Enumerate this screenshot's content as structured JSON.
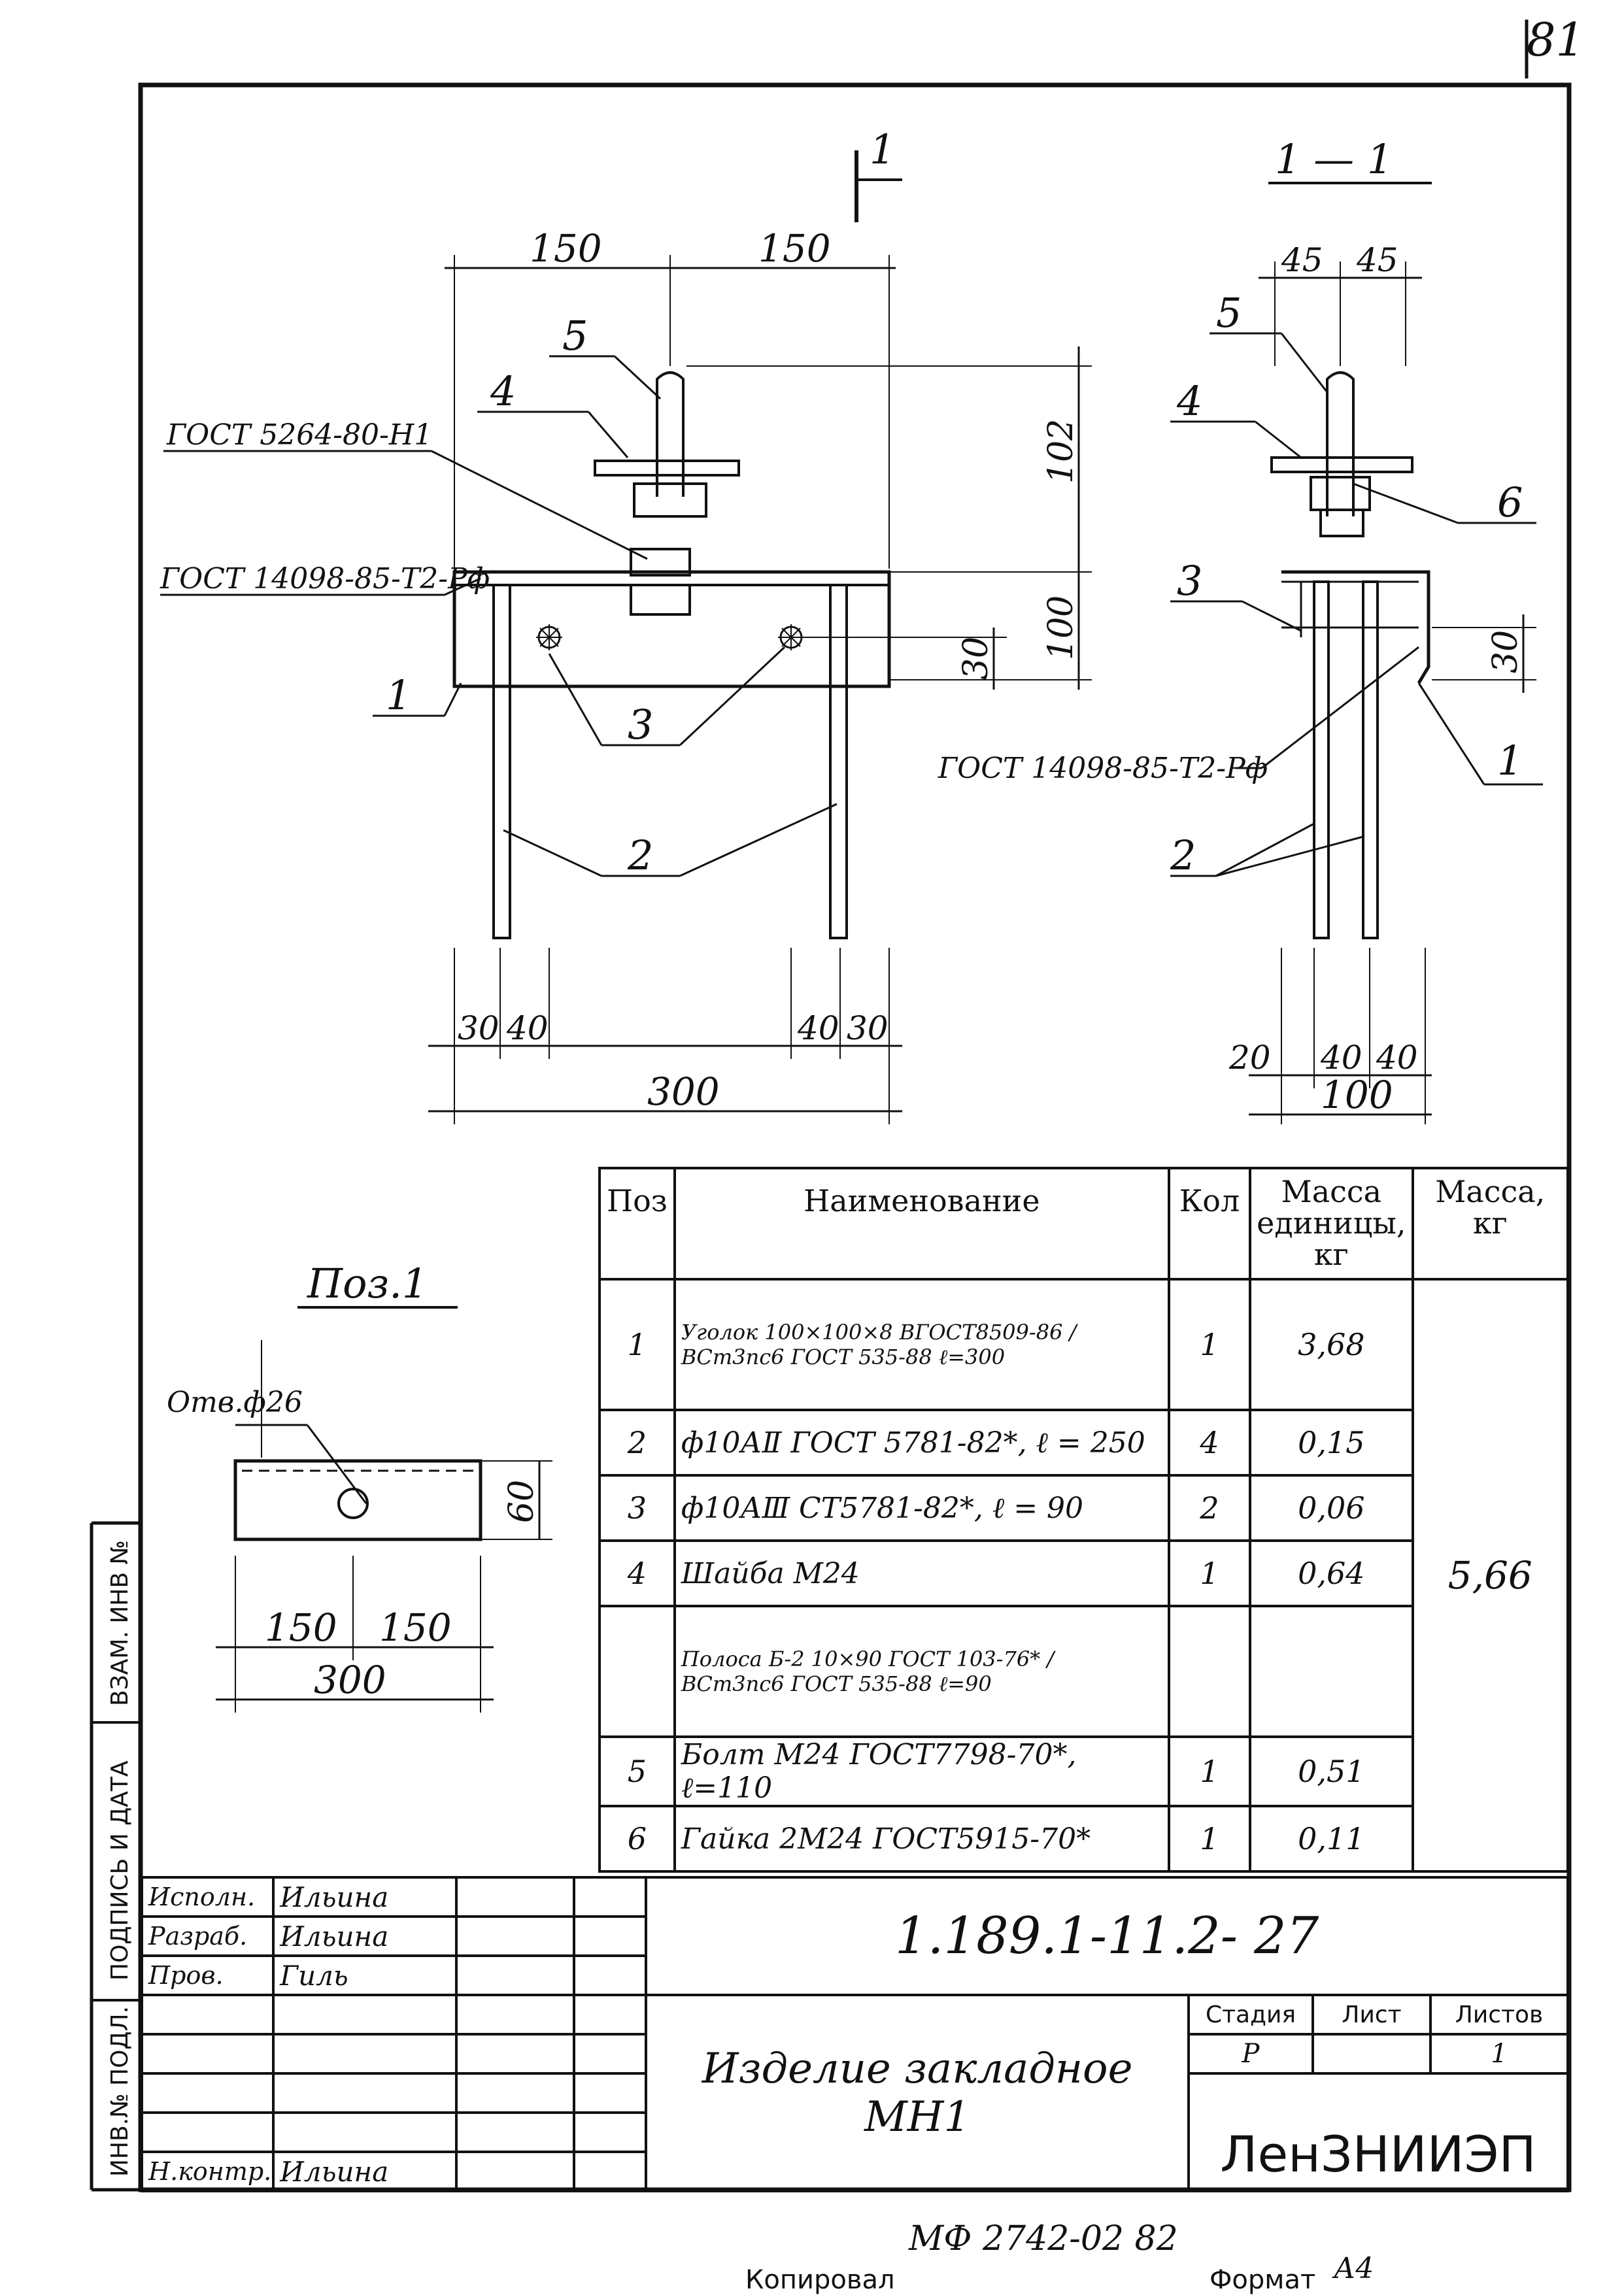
{
  "page_number": "81",
  "sheet": {
    "code": "1.189.1-11.2- 27",
    "title_line1": "Изделие закладное",
    "title_line2": "МН1",
    "stage_label": "Стадия",
    "sheet_label": "Лист",
    "sheets_label": "Листов",
    "stage_value": "Р",
    "sheet_value": "",
    "sheets_value": "1",
    "organization": "ЛенЗНИИЭП",
    "bottom_code": "МФ 2742-02  82",
    "copied_label": "Копировал",
    "format_label": "Формат",
    "format_value": "А4"
  },
  "staff": [
    {
      "role": "Исполн.",
      "name": "Ильина"
    },
    {
      "role": "Разраб.",
      "name": "Ильина"
    },
    {
      "role": "Пров.",
      "name": "Гиль"
    },
    {
      "role": "",
      "name": ""
    },
    {
      "role": "",
      "name": ""
    },
    {
      "role": "",
      "name": ""
    },
    {
      "role": "",
      "name": ""
    },
    {
      "role": "Н.контр.",
      "name": "Ильина"
    }
  ],
  "side_stamp": {
    "inv_zam": "ВЗАМ. ИНВ №",
    "sign_date": "ПОДПИСЬ И ДАТА",
    "inv_podl": "ИНВ.№ ПОДЛ."
  },
  "spec": {
    "headers": {
      "pos": "Поз",
      "name": "Наименование",
      "qty": "Кол",
      "unit_mass": "Масса единицы, кг",
      "mass": "Масса, кг"
    },
    "total_mass": "5,66",
    "rows": [
      {
        "pos": "1",
        "name": "Уголок 100×100×8 ВГОСТ8509-86 / ВСт3пс6 ГОСТ 535-88 ℓ=300",
        "qty": "1",
        "unit_mass": "3,68"
      },
      {
        "pos": "2",
        "name": "ф10АⅡ ГОСТ 5781-82*, ℓ = 250",
        "qty": "4",
        "unit_mass": "0,15"
      },
      {
        "pos": "3",
        "name": "ф10АⅢ  СТ5781-82*, ℓ = 90",
        "qty": "2",
        "unit_mass": "0,06"
      },
      {
        "pos": "4",
        "name": "Шайба М24",
        "qty": "1",
        "unit_mass": "0,64"
      },
      {
        "pos": "",
        "name": "Полоса Б-2 10×90 ГОСТ 103-76* / ВСт3пс6 ГОСТ 535-88 ℓ=90",
        "qty": "",
        "unit_mass": ""
      },
      {
        "pos": "5",
        "name": "Болт М24 ГОСТ7798-70*, ℓ=110",
        "qty": "1",
        "unit_mass": "0,51"
      },
      {
        "pos": "6",
        "name": "Гайка 2М24 ГОСТ5915-70*",
        "qty": "1",
        "unit_mass": "0,11"
      }
    ]
  },
  "front_view": {
    "dim_top_left": "150",
    "dim_top_right": "150",
    "dim_h_upper": "102",
    "dim_h_lower": "100",
    "dim_hole": "30",
    "dim_b1": "30",
    "dim_b2": "40",
    "dim_b3": "40",
    "dim_b4": "30",
    "dim_total": "300",
    "callout_1": "1",
    "callout_2": "2",
    "callout_3": "3",
    "callout_4": "4",
    "callout_5": "5",
    "gost_top": "ГОСТ 5264-80-Н1",
    "gost_weld": "ГОСТ 14098-85-Т2-Рф",
    "section_mark": "1"
  },
  "side_view": {
    "section_title": "1 — 1",
    "dim_t1": "45",
    "dim_t2": "45",
    "dim_hole": "30",
    "dim_b1": "20",
    "dim_b2": "40",
    "dim_b3": "40",
    "dim_total": "100",
    "callout_1": "1",
    "callout_2": "2",
    "callout_3": "3",
    "callout_4": "4",
    "callout_5": "5",
    "callout_6": "6",
    "gost_weld": "ГОСТ 14098-85-Т2-Рф"
  },
  "pos1": {
    "title": "Поз.1",
    "hole": "Отв.ф26",
    "dim_h": "60",
    "dim_l": "150",
    "dim_r": "150",
    "dim_total": "300"
  }
}
